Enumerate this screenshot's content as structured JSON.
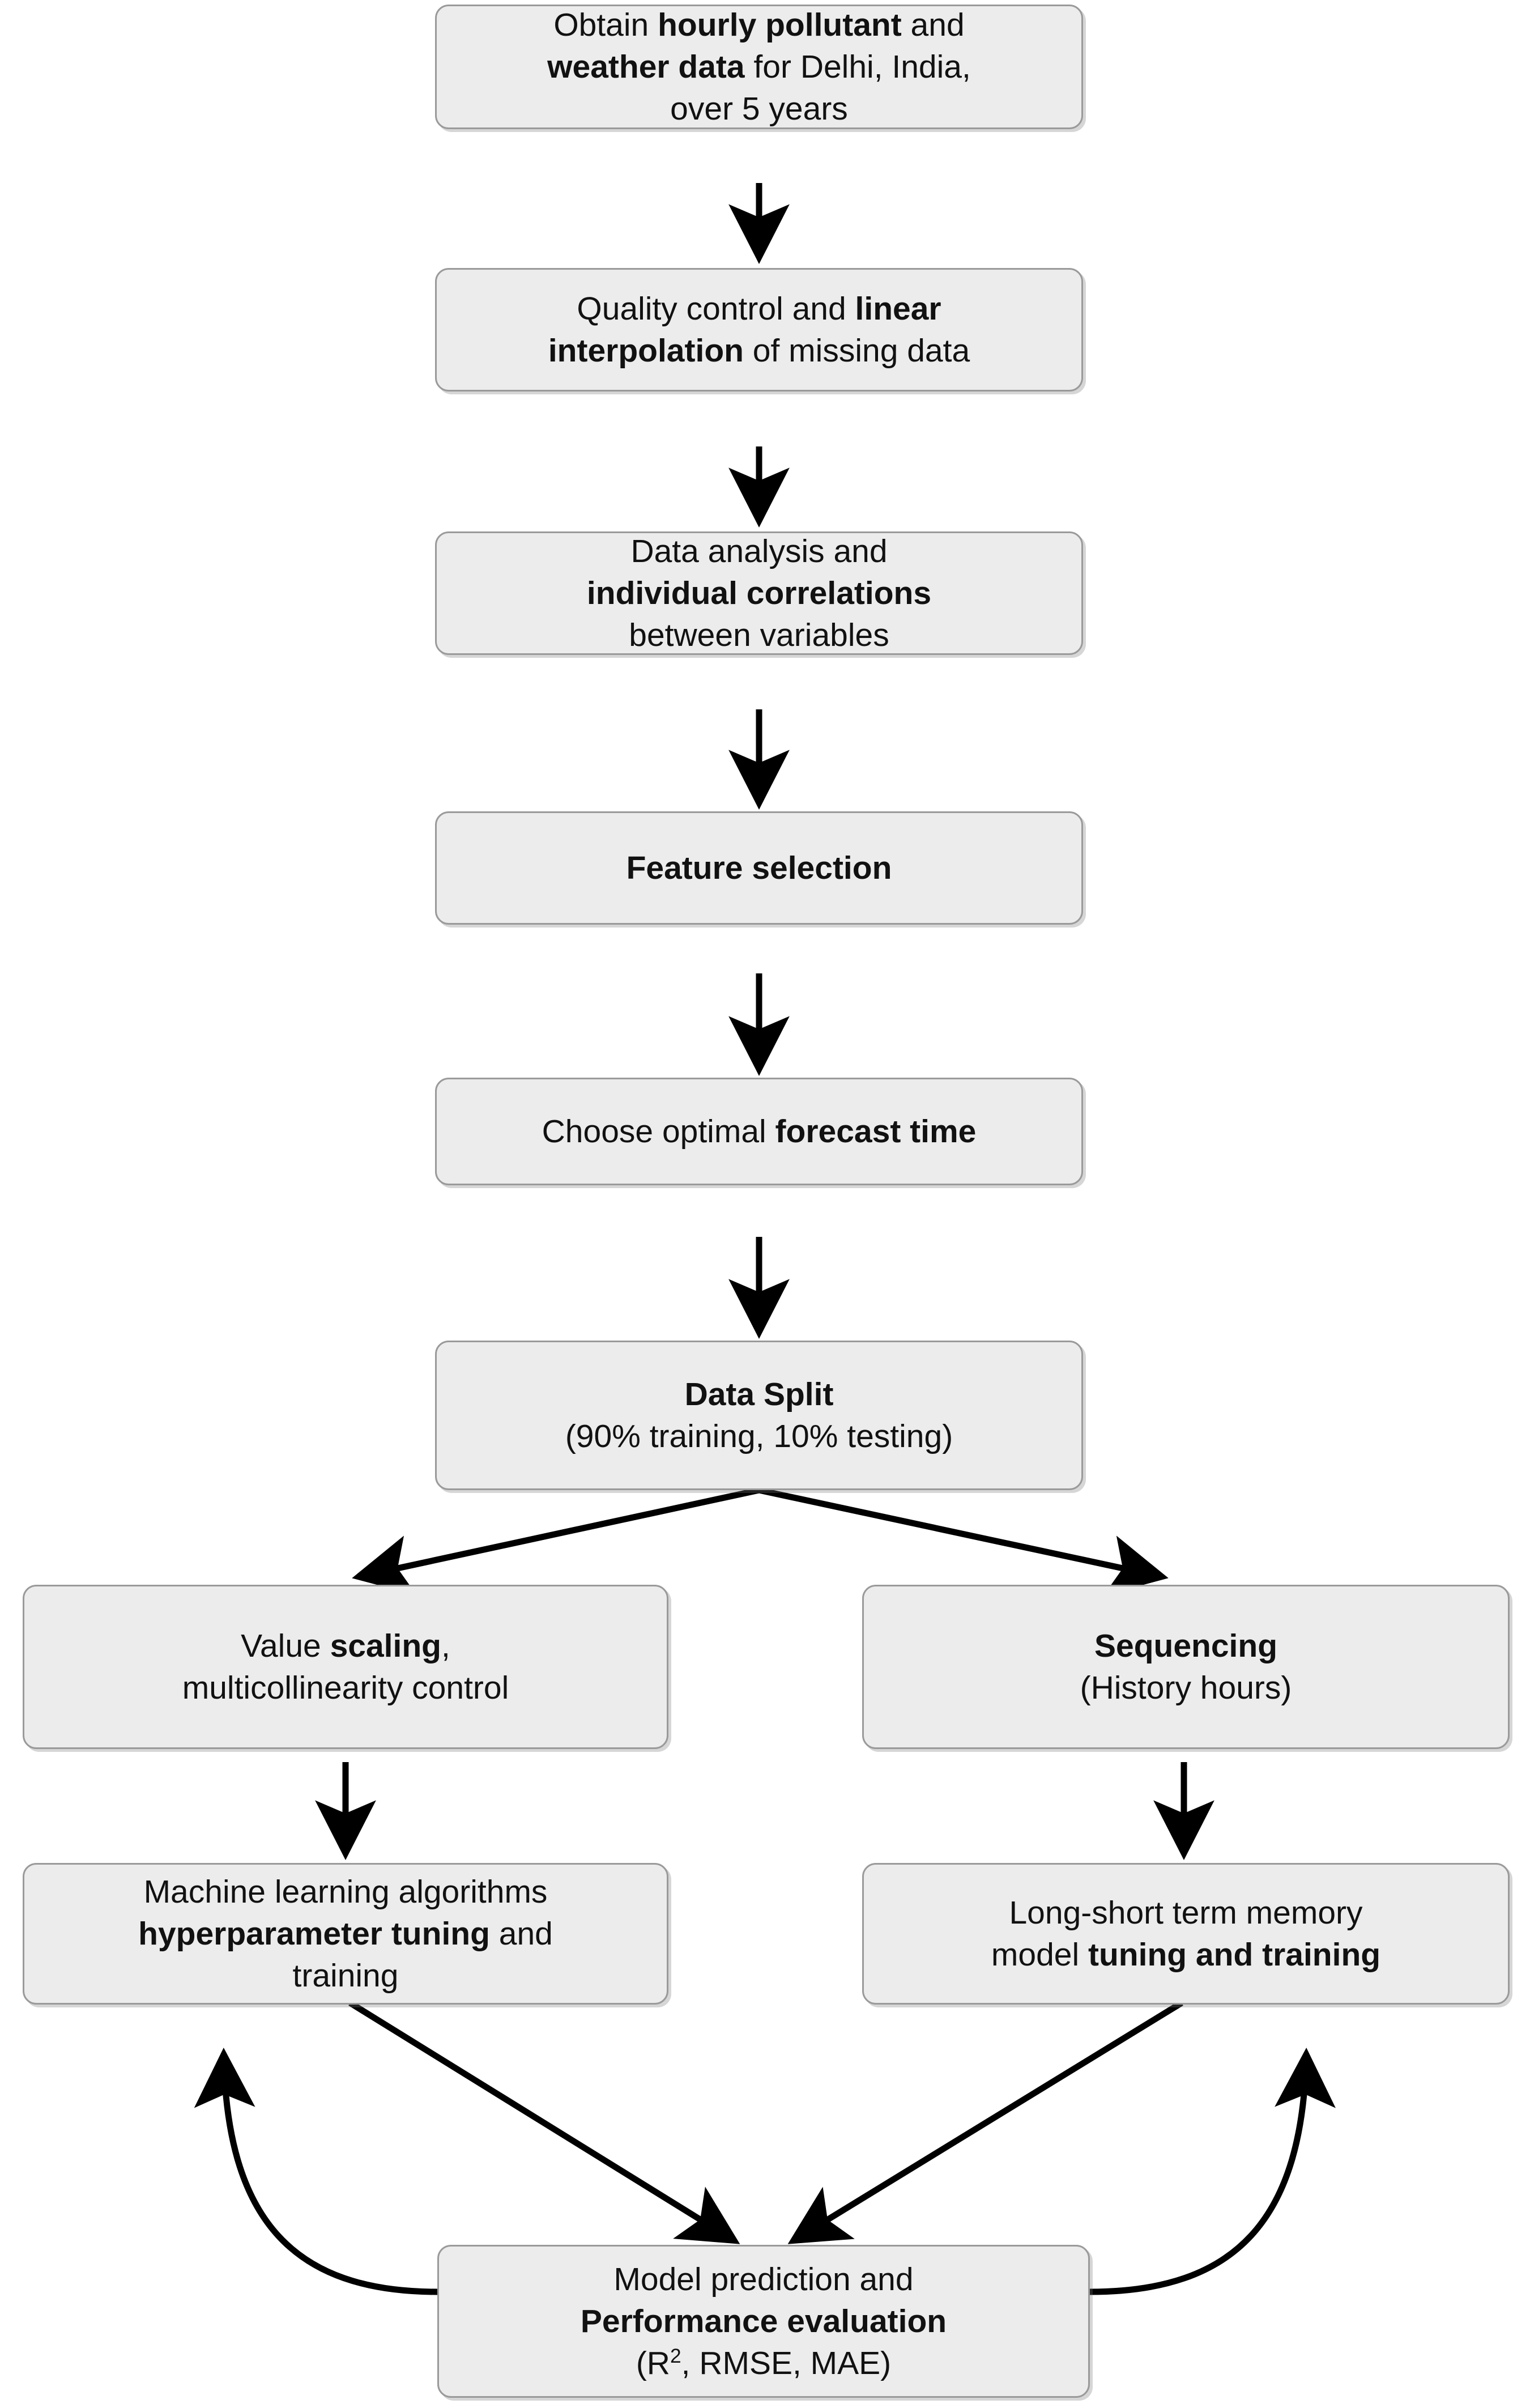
{
  "diagram": {
    "title": "Air quality forecasting methodology flowchart",
    "node_fill": "#ececec",
    "node_border": "#9a9a9a",
    "arrow_color": "#000000",
    "text_color": "#111111",
    "nodes": [
      {
        "id": "obtain-data",
        "lines": [
          [
            {
              "t": "Obtain ",
              "b": false
            },
            {
              "t": "hourly pollutant",
              "b": true
            },
            {
              "t": " and",
              "b": false
            }
          ],
          [
            {
              "t": "weather data",
              "b": true
            },
            {
              "t": " for Delhi, India,",
              "b": false
            }
          ],
          [
            {
              "t": "over 5 years",
              "b": false
            }
          ]
        ]
      },
      {
        "id": "quality-control",
        "lines": [
          [
            {
              "t": "Quality control and ",
              "b": false
            },
            {
              "t": "linear",
              "b": true
            }
          ],
          [
            {
              "t": "interpolation",
              "b": true
            },
            {
              "t": " of missing data",
              "b": false
            }
          ]
        ]
      },
      {
        "id": "data-analysis",
        "lines": [
          [
            {
              "t": "Data analysis and",
              "b": false
            }
          ],
          [
            {
              "t": "individual correlations",
              "b": true
            }
          ],
          [
            {
              "t": "between variables",
              "b": false
            }
          ]
        ]
      },
      {
        "id": "feature-selection",
        "lines": [
          [
            {
              "t": "Feature selection",
              "b": true
            }
          ]
        ]
      },
      {
        "id": "forecast-time",
        "lines": [
          [
            {
              "t": "Choose optimal ",
              "b": false
            },
            {
              "t": "forecast time",
              "b": true
            }
          ]
        ]
      },
      {
        "id": "data-split",
        "lines": [
          [
            {
              "t": "Data Split",
              "b": true
            }
          ],
          [
            {
              "t": "(90% training, 10% testing)",
              "b": false
            }
          ]
        ]
      },
      {
        "id": "value-scaling",
        "lines": [
          [
            {
              "t": "Value ",
              "b": false
            },
            {
              "t": "scaling",
              "b": true
            },
            {
              "t": ",",
              "b": false
            }
          ],
          [
            {
              "t": "multicollinearity control",
              "b": false
            }
          ]
        ]
      },
      {
        "id": "sequencing",
        "lines": [
          [
            {
              "t": "Sequencing",
              "b": true
            }
          ],
          [
            {
              "t": "(History hours)",
              "b": false
            }
          ]
        ]
      },
      {
        "id": "ml-algorithms",
        "lines": [
          [
            {
              "t": "Machine learning algorithms",
              "b": false
            }
          ],
          [
            {
              "t": "hyperparameter tuning",
              "b": true
            },
            {
              "t": " and",
              "b": false
            }
          ],
          [
            {
              "t": "training",
              "b": false
            }
          ]
        ]
      },
      {
        "id": "lstm-model",
        "lines": [
          [
            {
              "t": "Long-short term memory",
              "b": false
            }
          ],
          [
            {
              "t": "model ",
              "b": false
            },
            {
              "t": "tuning and training",
              "b": true
            }
          ]
        ]
      },
      {
        "id": "evaluation",
        "lines": [
          [
            {
              "t": "Model prediction and",
              "b": false
            }
          ],
          [
            {
              "t": "Performance evaluation",
              "b": true
            }
          ],
          [
            {
              "t": "(R",
              "b": false
            },
            {
              "t": "2",
              "b": false,
              "sup": true
            },
            {
              "t": ", RMSE, MAE)",
              "b": false
            }
          ]
        ]
      }
    ],
    "edges": [
      {
        "id": "obtain-to-quality",
        "from": "obtain-data",
        "to": "quality-control",
        "kind": "straight-down"
      },
      {
        "id": "quality-to-analysis",
        "from": "quality-control",
        "to": "data-analysis",
        "kind": "straight-down"
      },
      {
        "id": "analysis-to-feature",
        "from": "data-analysis",
        "to": "feature-selection",
        "kind": "straight-down"
      },
      {
        "id": "feature-to-forecast",
        "from": "feature-selection",
        "to": "forecast-time",
        "kind": "straight-down"
      },
      {
        "id": "forecast-to-split",
        "from": "forecast-time",
        "to": "data-split",
        "kind": "straight-down"
      },
      {
        "id": "split-to-scaling",
        "from": "data-split",
        "to": "value-scaling",
        "kind": "diagonal-left"
      },
      {
        "id": "split-to-sequencing",
        "from": "data-split",
        "to": "sequencing",
        "kind": "diagonal-right"
      },
      {
        "id": "scaling-to-ml",
        "from": "value-scaling",
        "to": "ml-algorithms",
        "kind": "straight-down"
      },
      {
        "id": "sequencing-to-lstm",
        "from": "sequencing",
        "to": "lstm-model",
        "kind": "straight-down"
      },
      {
        "id": "ml-to-evaluation",
        "from": "ml-algorithms",
        "to": "evaluation",
        "kind": "diagonal-converge"
      },
      {
        "id": "lstm-to-evaluation",
        "from": "lstm-model",
        "to": "evaluation",
        "kind": "diagonal-converge"
      },
      {
        "id": "evaluation-to-ml-feedback",
        "from": "evaluation",
        "to": "ml-algorithms",
        "kind": "curved-feedback-left"
      },
      {
        "id": "evaluation-to-lstm-feedback",
        "from": "evaluation",
        "to": "lstm-model",
        "kind": "curved-feedback-right"
      }
    ]
  }
}
